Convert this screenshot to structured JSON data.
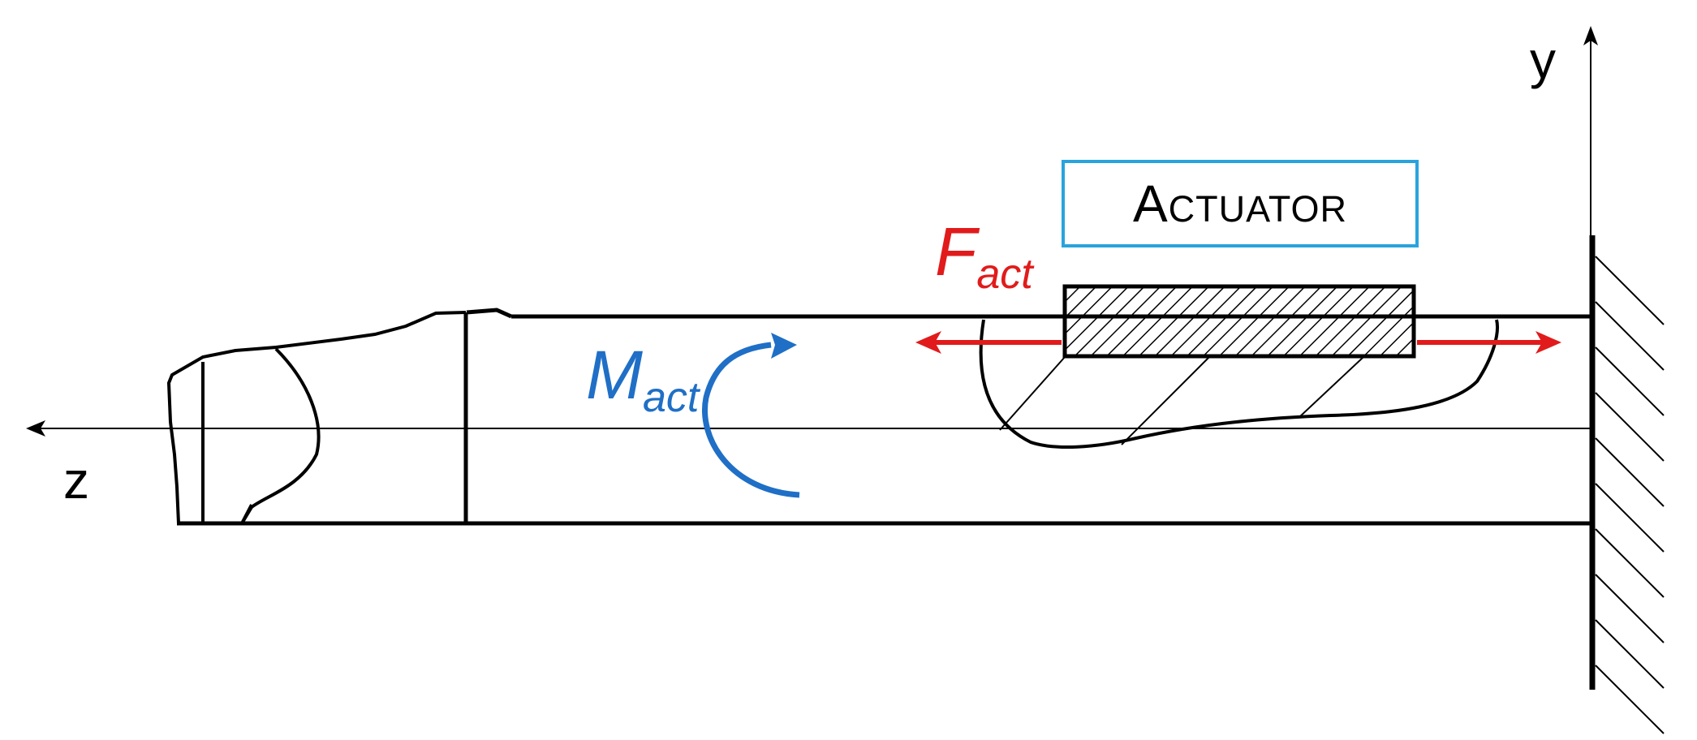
{
  "axes": {
    "z_label": "z",
    "y_label": "y"
  },
  "actuator": {
    "label": "Actuator",
    "border_color": "#29a3dd"
  },
  "force": {
    "symbol": "F",
    "subscript": "act",
    "color": "#e11b1b"
  },
  "moment": {
    "symbol": "M",
    "subscript": "act",
    "color": "#1f6fc6"
  }
}
